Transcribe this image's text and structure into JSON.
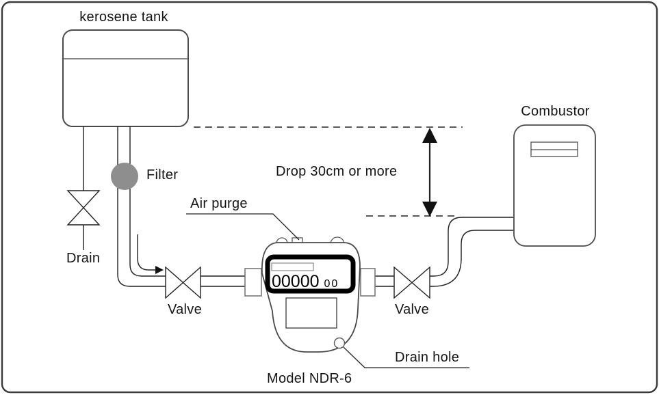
{
  "diagram": {
    "tank_label": "kerosene tank",
    "filter_label": "Filter",
    "drain_label": "Drain",
    "valve_left_label": "Valve",
    "valve_right_label": "Valve",
    "air_purge_label": "Air purge",
    "drop_label": "Drop 30cm or more",
    "combustor_label": "Combustor",
    "drain_hole_label": "Drain hole",
    "model_label": "Model NDR-6",
    "meter_display": {
      "counter_main": "00000",
      "counter_sub": "00"
    }
  },
  "colors": {
    "filter_gray": "#8e8e8e",
    "pipe_line": "#1f1f1f",
    "device_outline": "#4a4a4a",
    "frame_border": "#3a3a3a"
  }
}
